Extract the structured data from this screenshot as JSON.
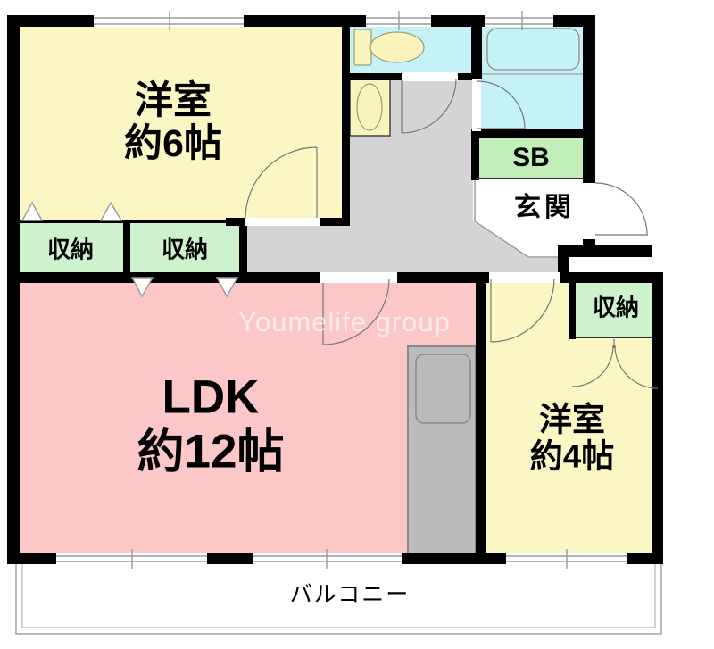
{
  "rooms": {
    "western_room_6": {
      "name": "洋室",
      "size": "約6帖"
    },
    "ldk": {
      "name": "LDK",
      "size": "約12帖"
    },
    "western_room_4": {
      "name": "洋室",
      "size": "約4帖"
    },
    "closet_a": {
      "label": "収納"
    },
    "closet_b": {
      "label": "収納"
    },
    "closet_c": {
      "label": "収納"
    },
    "shoe_box": {
      "label": "SB"
    },
    "entrance": {
      "label": "玄関"
    },
    "balcony": {
      "label": "バルコニー"
    }
  },
  "watermark": "Youmelife group",
  "colors": {
    "room_yellow": "#FBF7C5",
    "ldk_pink": "#FBC7C7",
    "closet_green": "#CDF2CD",
    "shoebox_green": "#C2EFB8",
    "wet_area_cyan": "#C5F2F7",
    "hallway_gray": "#D4D4D4",
    "counter_gray": "#BBBBBB",
    "wall_black": "#000000"
  }
}
